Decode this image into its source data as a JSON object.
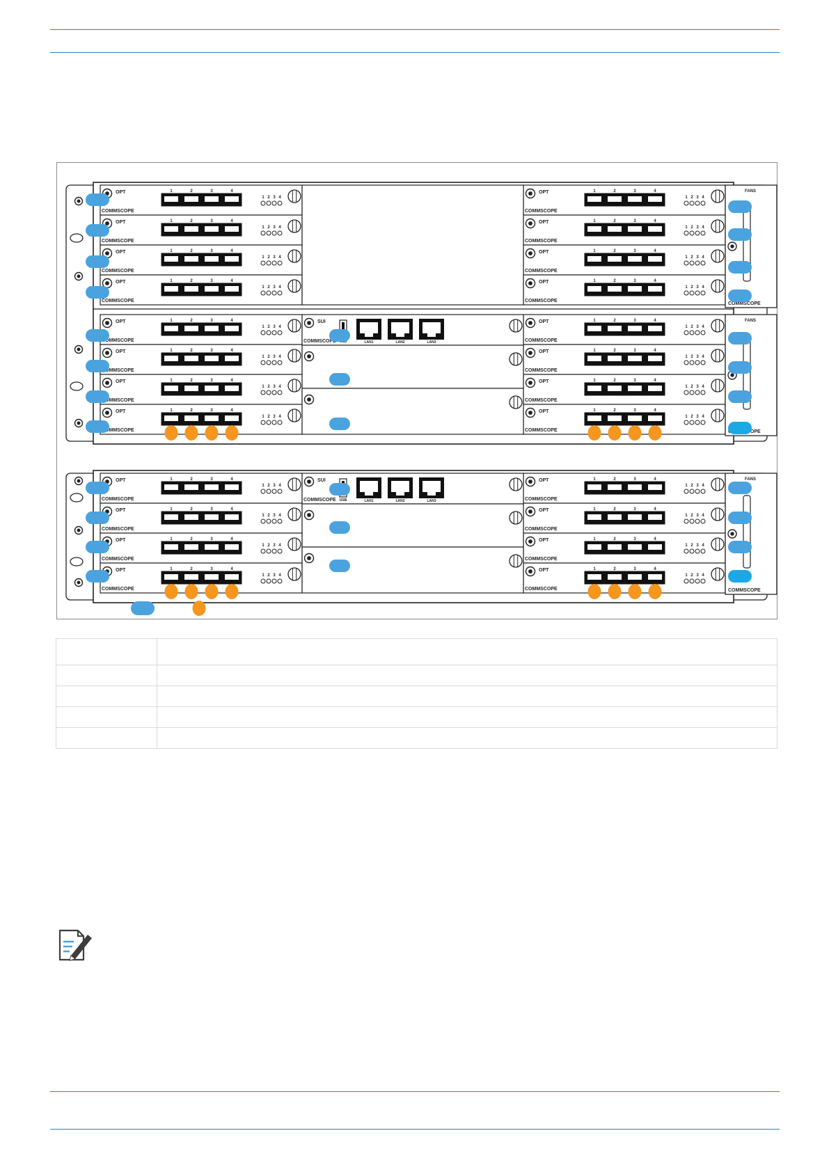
{
  "document": {
    "palette": {
      "rule": "#3a7fb8",
      "module_callout": "#4aa3df",
      "port_callout": "#f5961e",
      "fan_callout": "#1aa9e6"
    },
    "figure": {
      "upper_chassis": {
        "fan_label": "FANS",
        "brand": "COMMSCOPE",
        "card_label": "OPT",
        "port_numbers": [
          "1",
          "2",
          "3",
          "4"
        ],
        "led_numbers": [
          "1",
          "2",
          "3",
          "4"
        ],
        "sui_label": "SUI",
        "usb_label": "USB",
        "lan_labels": [
          "LAN1",
          "LAN2",
          "LAN3"
        ]
      },
      "lower_chassis": {
        "fan_label": "FANS",
        "brand": "COMMSCOPE",
        "card_label": "OPT",
        "port_numbers": [
          "1",
          "2",
          "3",
          "4"
        ],
        "led_numbers": [
          "1",
          "2",
          "3",
          "4"
        ],
        "sui_label": "SUI",
        "usb_label": "USB",
        "lan_labels": [
          "LAN1",
          "LAN2",
          "LAN3"
        ]
      },
      "legend_markers": [
        {
          "icon": "blue-pill-marker"
        },
        {
          "icon": "orange-dot-marker"
        }
      ]
    },
    "legend_table": {
      "header": [
        "",
        ""
      ],
      "rows": [
        [
          "",
          ""
        ],
        [
          "",
          ""
        ],
        [
          "",
          ""
        ],
        [
          "",
          ""
        ]
      ]
    },
    "note": {
      "icon": "note-pencil-icon"
    }
  }
}
